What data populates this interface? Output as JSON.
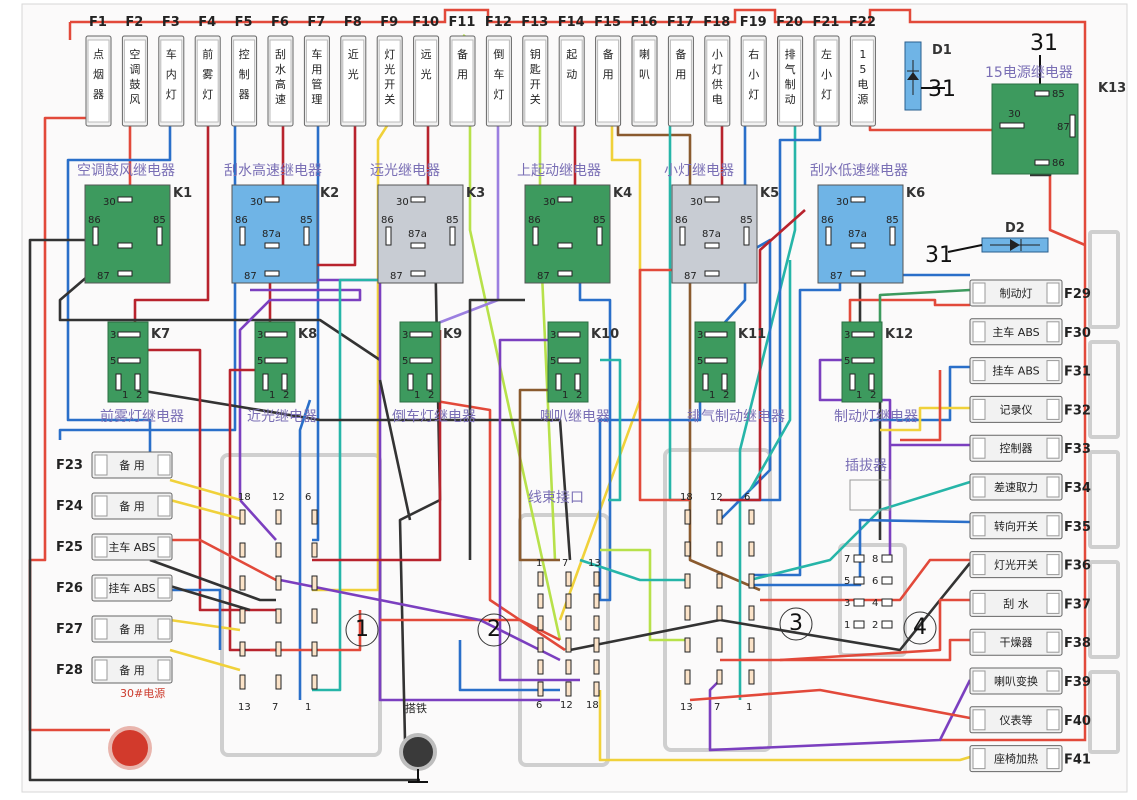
{
  "top_fuses": [
    {
      "id": "F1",
      "text": "点烟器"
    },
    {
      "id": "F2",
      "text": "空调鼓风"
    },
    {
      "id": "F3",
      "text": "车内灯"
    },
    {
      "id": "F4",
      "text": "前雾灯"
    },
    {
      "id": "F5",
      "text": "控制器"
    },
    {
      "id": "F6",
      "text": "刮水高速"
    },
    {
      "id": "F7",
      "text": "车用管理"
    },
    {
      "id": "F8",
      "text": "近光"
    },
    {
      "id": "F9",
      "text": "灯光开关"
    },
    {
      "id": "F10",
      "text": "远光"
    },
    {
      "id": "F11",
      "text": "备用"
    },
    {
      "id": "F12",
      "text": "倒车灯"
    },
    {
      "id": "F13",
      "text": "钥匙开关"
    },
    {
      "id": "F14",
      "text": "起动"
    },
    {
      "id": "F15",
      "text": "备用"
    },
    {
      "id": "F16",
      "text": "喇叭"
    },
    {
      "id": "F17",
      "text": "备用"
    },
    {
      "id": "F18",
      "text": "小灯供电"
    },
    {
      "id": "F19",
      "text": "右小灯"
    },
    {
      "id": "F20",
      "text": "排气制动"
    },
    {
      "id": "F21",
      "text": "左小灯"
    },
    {
      "id": "F22",
      "text": "15电源"
    }
  ],
  "relays_top": [
    {
      "id": "K1",
      "title": "空调鼓风继电器",
      "color": "#3d9a5e",
      "pins": [
        "30",
        "86",
        "85",
        "87"
      ]
    },
    {
      "id": "K2",
      "title": "刮水高速继电器",
      "color": "#6fb4e6",
      "pins": [
        "30",
        "86",
        "85",
        "87a",
        "87"
      ]
    },
    {
      "id": "K3",
      "title": "远光继电器",
      "color": "#c8ccd3",
      "pins": [
        "30",
        "86",
        "85",
        "87a",
        "87"
      ]
    },
    {
      "id": "K4",
      "title": "上起动继电器",
      "color": "#3d9a5e",
      "pins": [
        "30",
        "86",
        "85",
        "87"
      ]
    },
    {
      "id": "K5",
      "title": "小灯继电器",
      "color": "#c8ccd3",
      "pins": [
        "30",
        "86",
        "85",
        "87a",
        "87"
      ]
    },
    {
      "id": "K6",
      "title": "刮水低速继电器",
      "color": "#6fb4e6",
      "pins": [
        "30",
        "86",
        "85",
        "87a",
        "87"
      ]
    }
  ],
  "relays_small": [
    {
      "id": "K7",
      "title": "前雾灯继电器",
      "pins": [
        "3",
        "5",
        "1",
        "2"
      ]
    },
    {
      "id": "K8",
      "title": "近光继电器",
      "pins": [
        "3",
        "5",
        "1",
        "2"
      ]
    },
    {
      "id": "K9",
      "title": "倒车灯继电器",
      "pins": [
        "3",
        "5",
        "1",
        "2"
      ]
    },
    {
      "id": "K10",
      "title": "喇叭继电器",
      "pins": [
        "3",
        "5",
        "1",
        "2"
      ]
    },
    {
      "id": "K11",
      "title": "排气制动继电器",
      "pins": [
        "3",
        "5",
        "1",
        "2"
      ]
    },
    {
      "id": "K12",
      "title": "制动灯继电器",
      "pins": [
        "3",
        "5",
        "1",
        "2"
      ]
    }
  ],
  "k13": {
    "id": "K13",
    "title": "15电源继电器",
    "pins": [
      "85",
      "30",
      "87",
      "86"
    ]
  },
  "diodes": [
    {
      "id": "D1",
      "ground": "31"
    },
    {
      "id": "D2",
      "ground": "31"
    }
  ],
  "ground_top": "31",
  "left_fuses": [
    {
      "id": "F23",
      "text": "备 用"
    },
    {
      "id": "F24",
      "text": "备 用"
    },
    {
      "id": "F25",
      "text": "主车 ABS"
    },
    {
      "id": "F26",
      "text": "挂车 ABS"
    },
    {
      "id": "F27",
      "text": "备 用"
    },
    {
      "id": "F28",
      "text": "备 用"
    }
  ],
  "right_fuses": [
    {
      "id": "F29",
      "text": "制动灯"
    },
    {
      "id": "F30",
      "text": "主车 ABS"
    },
    {
      "id": "F31",
      "text": "挂车 ABS"
    },
    {
      "id": "F32",
      "text": "记录仪"
    },
    {
      "id": "F33",
      "text": "控制器"
    },
    {
      "id": "F34",
      "text": "差速取力"
    },
    {
      "id": "F35",
      "text": "转向开关"
    },
    {
      "id": "F36",
      "text": "灯光开关"
    },
    {
      "id": "F37",
      "text": "刮 水"
    },
    {
      "id": "F38",
      "text": "干燥器"
    },
    {
      "id": "F39",
      "text": "喇叭变换"
    },
    {
      "id": "F40",
      "text": "仪表等"
    },
    {
      "id": "F41",
      "text": "座椅加热"
    }
  ],
  "connectors": {
    "c1": {
      "num": "1",
      "labels": [
        "18",
        "12",
        "6",
        "13",
        "7",
        "1"
      ]
    },
    "c2": {
      "num": "2",
      "title": "线束接口",
      "labels": [
        "1",
        "7",
        "13",
        "6",
        "12",
        "18"
      ]
    },
    "c3": {
      "num": "3",
      "labels": [
        "18",
        "12",
        "6",
        "13",
        "7",
        "1"
      ]
    },
    "plug": {
      "num": "4",
      "title": "插拔器",
      "labels": [
        "7",
        "8",
        "5",
        "6",
        "3",
        "4",
        "1",
        "2"
      ]
    }
  },
  "bottom": {
    "power_label": "30#电源",
    "ground_label": "搭铁"
  }
}
